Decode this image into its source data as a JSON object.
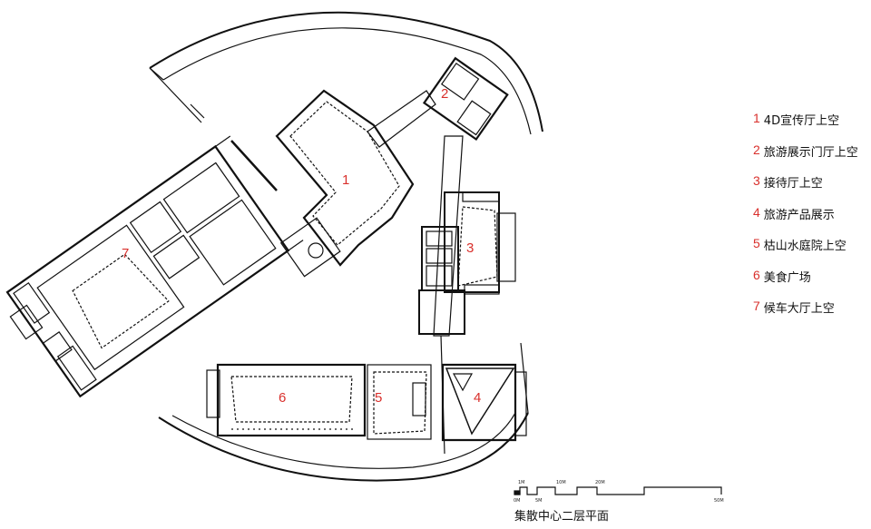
{
  "legend": [
    {
      "num": "1",
      "text": "4D宣传厅上空"
    },
    {
      "num": "2",
      "text": "旅游展示门厅上空"
    },
    {
      "num": "3",
      "text": "接待厅上空"
    },
    {
      "num": "4",
      "text": "旅游产品展示"
    },
    {
      "num": "5",
      "text": "枯山水庭院上空"
    },
    {
      "num": "6",
      "text": "美食广场"
    },
    {
      "num": "7",
      "text": "候车大厅上空"
    }
  ],
  "plan_labels": {
    "r1": "1",
    "r2": "2",
    "r3": "3",
    "r4": "4",
    "r5": "5",
    "r6": "6",
    "r7": "7"
  },
  "scale_bar": {
    "top": [
      "1M",
      "10M",
      "20M"
    ],
    "bottom": [
      "0M",
      "5M",
      "50M"
    ]
  },
  "caption": "集散中心二层平面",
  "colors": {
    "label_red": "#d9302c",
    "line": "#111111"
  }
}
